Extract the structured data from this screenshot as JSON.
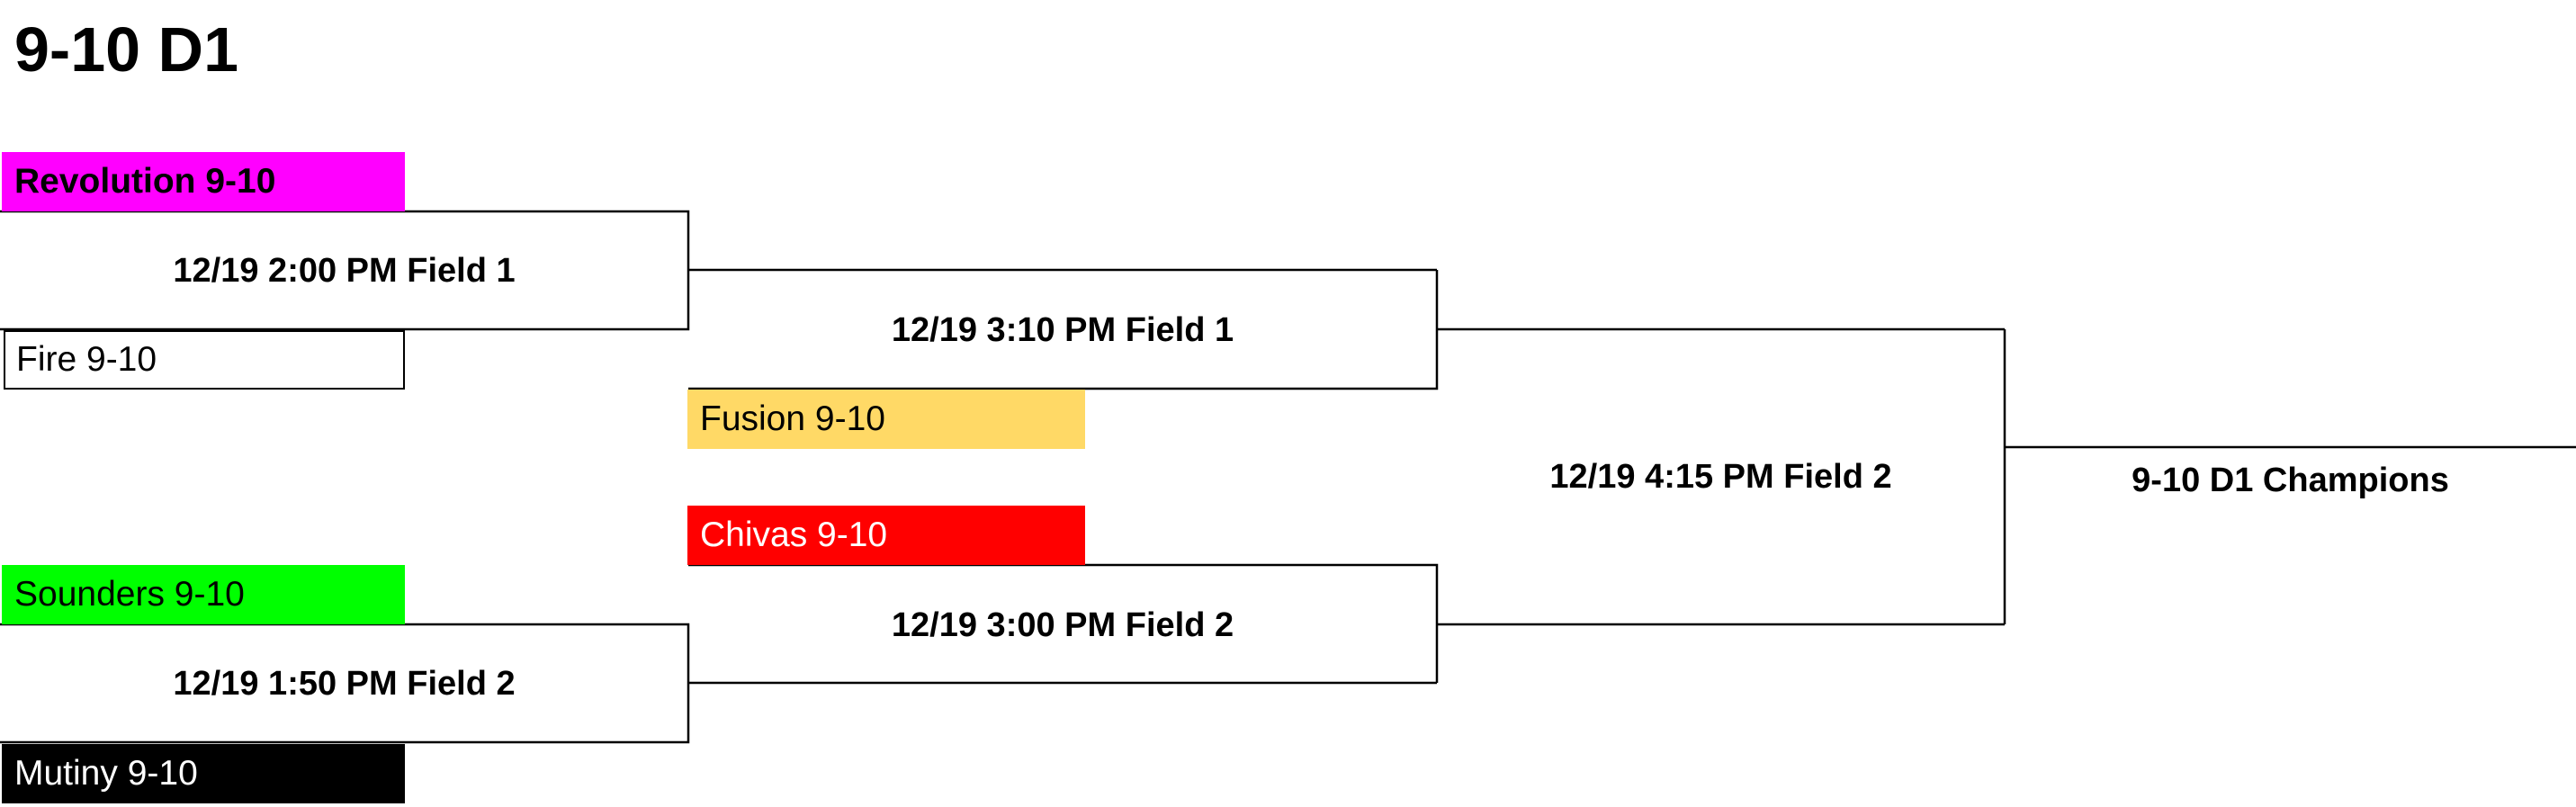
{
  "bracket": {
    "title": "9-10 D1",
    "round1": [
      {
        "top": {
          "name": "Revolution 9-10",
          "bg": "#ff00ff",
          "color": "#000000",
          "bold": true
        },
        "game": "12/19 2:00 PM Field 1",
        "bottom": {
          "name": "Fire 9-10",
          "bg": "#ffffff",
          "color": "#000000",
          "outlined": true
        }
      },
      {
        "top": {
          "name": "Sounders 9-10",
          "bg": "#00ff00",
          "color": "#000000"
        },
        "game": "12/19 1:50 PM Field 2",
        "bottom": {
          "name": "Mutiny 9-10",
          "bg": "#000000",
          "color": "#ffffff"
        }
      }
    ],
    "round2": [
      {
        "game": "12/19 3:10 PM Field 1",
        "team": {
          "name": "Fusion 9-10",
          "bg": "#ffd966",
          "color": "#000000"
        }
      },
      {
        "game": "12/19 3:00 PM Field 2",
        "team": {
          "name": "Chivas 9-10",
          "bg": "#ff0000",
          "color": "#ffffff"
        }
      }
    ],
    "final": {
      "game": "12/19 4:15 PM Field 2"
    },
    "champion": "9-10 D1 Champions"
  }
}
